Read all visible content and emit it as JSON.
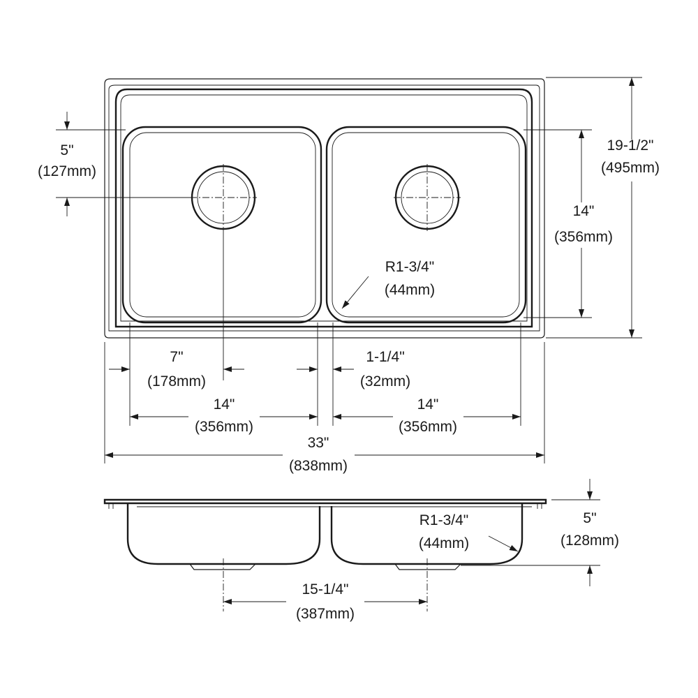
{
  "drawing": {
    "colors": {
      "line": "#1a1a1a",
      "background": "#ffffff"
    },
    "plan_view": {
      "drain_offset_from_rim_in": "5\"",
      "drain_offset_from_rim_mm": "(127mm)",
      "overall_depth_in": "19-1/2\"",
      "overall_depth_mm": "(495mm)",
      "bowl_front_to_back_in": "14\"",
      "bowl_front_to_back_mm": "(356mm)",
      "corner_radius_in": "R1-3/4\"",
      "corner_radius_mm": "(44mm)",
      "drain_from_bowl_edge_in": "7\"",
      "drain_from_bowl_edge_mm": "(178mm)",
      "divider_width_in": "1-1/4\"",
      "divider_width_mm": "(32mm)",
      "left_bowl_width_in": "14\"",
      "left_bowl_width_mm": "(356mm)",
      "right_bowl_width_in": "14\"",
      "right_bowl_width_mm": "(356mm)",
      "overall_width_in": "33\"",
      "overall_width_mm": "(838mm)"
    },
    "section_view": {
      "corner_radius_in": "R1-3/4\"",
      "corner_radius_mm": "(44mm)",
      "bowl_depth_in": "5\"",
      "bowl_depth_mm": "(128mm)",
      "drain_spacing_in": "15-1/4\"",
      "drain_spacing_mm": "(387mm)"
    }
  }
}
